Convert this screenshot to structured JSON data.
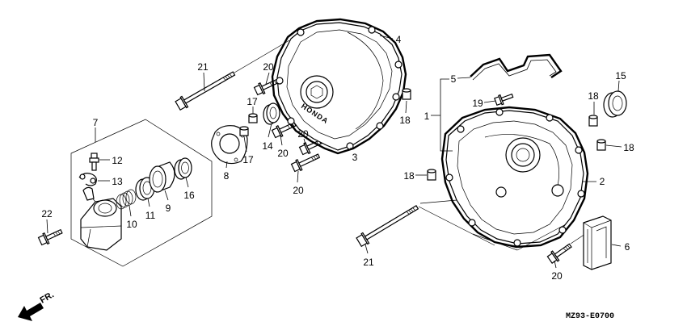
{
  "callouts": {
    "p4": "4",
    "p21_top": "21",
    "p20_top": "20",
    "p17_top": "17",
    "p18_cover": "18",
    "p5": "5",
    "p1": "1",
    "p19": "19",
    "p15": "15",
    "p18_upper_right": "18",
    "p18_right": "18",
    "p7": "7",
    "p12": "12",
    "p13": "13",
    "p22": "22",
    "p10": "10",
    "p11": "11",
    "p9": "9",
    "p16": "16",
    "p8": "8",
    "p17_low": "17",
    "p14": "14",
    "p20_mid": "20",
    "p20_mid2": "20",
    "p3": "3",
    "p20_low": "20",
    "p18_left": "18",
    "p2": "2",
    "p21_bottom": "21",
    "p6": "6",
    "p20_bottom": "20"
  },
  "cover_logo": "HONDA",
  "direction_label": "FR.",
  "diagram_code": "MZ93-E0700"
}
